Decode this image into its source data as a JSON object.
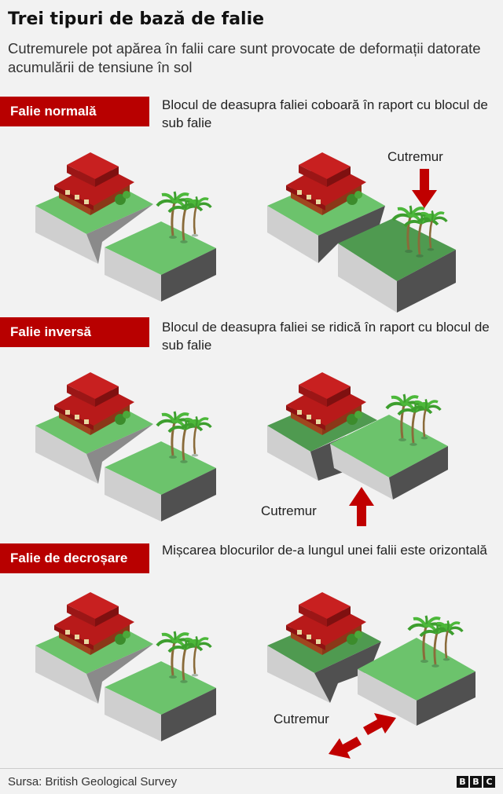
{
  "title": "Trei tipuri de bază de falie",
  "subtitle": "Cutremurele pot apărea în falii care sunt provocate de deformații datorate acumulării de tensiune în sol",
  "sections": [
    {
      "label": "Falie normală",
      "description": "Blocul de deasupra faliei coboară în raport cu blocul de sub falie",
      "event_label": "Cutremur"
    },
    {
      "label": "Falie inversă",
      "description": "Blocul de deasupra faliei se ridică în raport cu blocul de sub falie",
      "event_label": "Cutremur"
    },
    {
      "label": "Falie de decroșare",
      "description": "Mișcarea blocurilor de-a lungul unei falii este orizontală",
      "event_label": "Cutremur"
    }
  ],
  "footer": {
    "source": "Sursa: British Geological Survey",
    "logo_letters": [
      "B",
      "B",
      "C"
    ]
  },
  "colors": {
    "accent": "#b80000",
    "grass": "#6cc36c",
    "grass_dark": "#4f9a50",
    "rock_light": "#cfcfcf",
    "rock_dark": "#505050",
    "arrow": "#c00000"
  },
  "icons": [
    "house-icon",
    "palm-trees-icon",
    "arrow-down-icon",
    "arrow-up-icon",
    "double-arrow-icon"
  ]
}
